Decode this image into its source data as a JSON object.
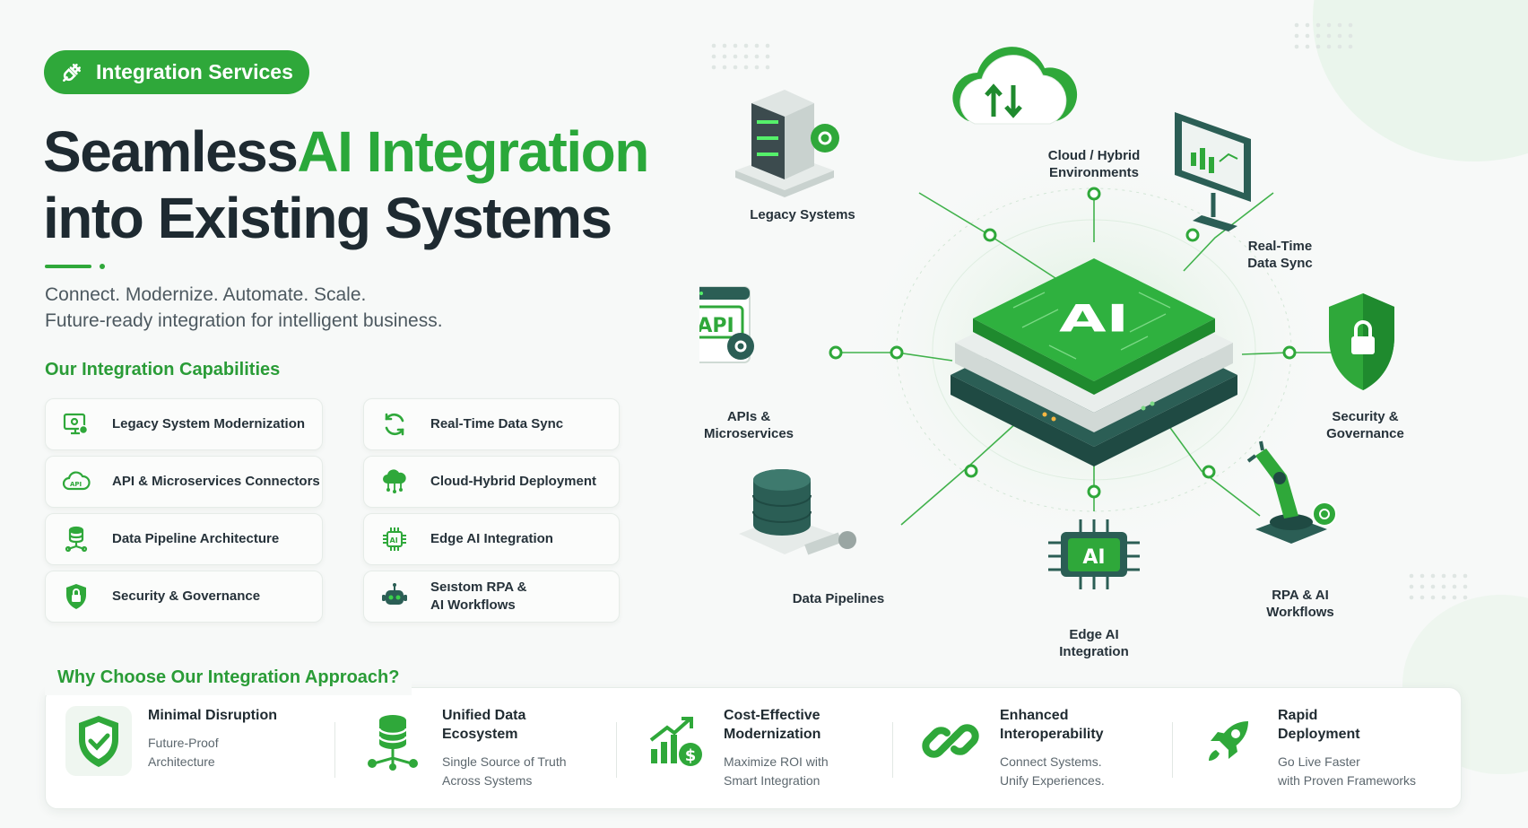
{
  "badge": {
    "label": "Integration Services",
    "icon": "plug-icon"
  },
  "hero": {
    "title_part1": "Seamless",
    "title_part2": "AI Integration",
    "title_line2": "into Existing Systems",
    "subtitle_line1": "Connect. Modernize. Automate. Scale.",
    "subtitle_line2": "Future-ready integration for intelligent business."
  },
  "capabilities": {
    "heading": "Our Integration Capabilities",
    "items": [
      {
        "label": "Legacy System Modernization",
        "icon": "monitor-gear-icon"
      },
      {
        "label": "Real-Time Data Sync",
        "icon": "sync-icon"
      },
      {
        "label": "API & Microservices Connectors",
        "icon": "api-cloud-icon"
      },
      {
        "label": "Cloud-Hybrid Deployment",
        "icon": "cloud-network-icon"
      },
      {
        "label": "Data Pipeline Architecture",
        "icon": "database-network-icon"
      },
      {
        "label": "Edge AI Integration",
        "icon": "ai-chip-icon"
      },
      {
        "label": "Security & Governance",
        "icon": "shield-lock-icon"
      },
      {
        "label": "Seıstom RPA &\nAI Workflows",
        "icon": "robot-icon"
      }
    ]
  },
  "diagram": {
    "hub_label": "AI",
    "nodes": [
      {
        "label": "Legacy Systems",
        "icon": "server-gear-icon"
      },
      {
        "label": "Cloud / Hybrid\nEnvironments",
        "icon": "cloud-updown-icon"
      },
      {
        "label": "Real-Time\nData Sync",
        "icon": "dashboard-monitor-icon"
      },
      {
        "label": "APIs &\nMicroservices",
        "icon": "api-window-icon",
        "icon_text": "API"
      },
      {
        "label": "Security &\nGovernance",
        "icon": "shield-lock-icon"
      },
      {
        "label": "Data Pipelines",
        "icon": "database-pipe-icon"
      },
      {
        "label": "Edge AI\nIntegration",
        "icon": "ai-chip-icon",
        "icon_text": "AI"
      },
      {
        "label": "RPA & AI\nWorkflows",
        "icon": "robot-arm-icon"
      }
    ]
  },
  "why": {
    "heading": "Why Choose Our Integration Approach?",
    "items": [
      {
        "title": "Minimal Disruption",
        "desc": "Future-Proof\nArchitecture",
        "icon": "shield-check-icon"
      },
      {
        "title": "Unified Data\nEcosystem",
        "desc": "Single Source of Truth\nAcross Systems",
        "icon": "database-network-icon"
      },
      {
        "title": "Cost-Effective\nModernization",
        "desc": "Maximize ROI with\nSmart Integration",
        "icon": "growth-chart-dollar-icon"
      },
      {
        "title": "Enhanced\nInteroperability",
        "desc": "Connect Systems.\nUnify Experiences.",
        "icon": "chain-link-icon"
      },
      {
        "title": "Rapid\nDeployment",
        "desc": "Go Live Faster\nwith Proven Frameworks",
        "icon": "rocket-icon"
      }
    ]
  },
  "colors": {
    "brand_green": "#2fa83a",
    "dark_teal": "#2b5e55",
    "heading_dark": "#1e2a31"
  }
}
